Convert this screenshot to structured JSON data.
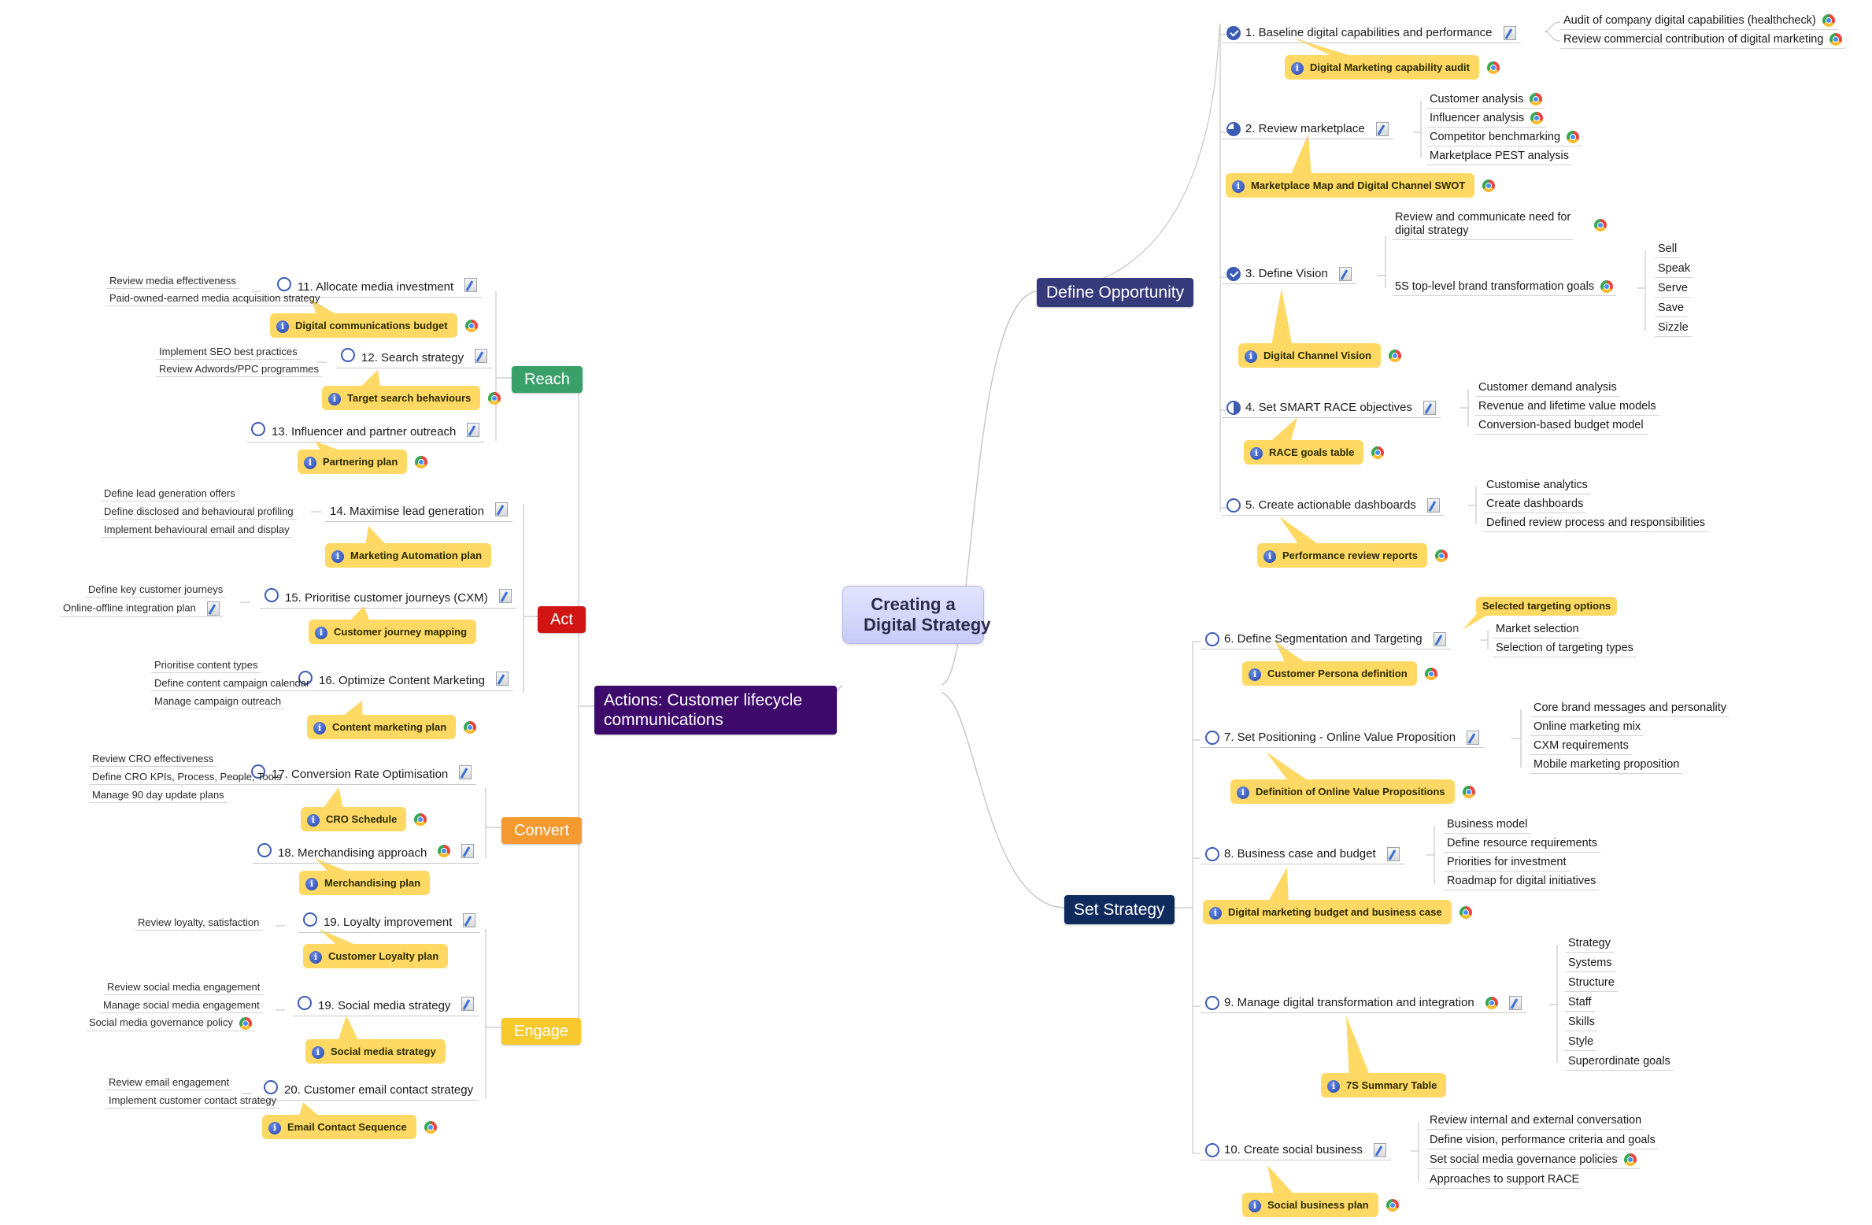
{
  "central": {
    "line1": "Creating a",
    "line2": "Digital Strategy"
  },
  "branches": {
    "define_opportunity": "Define Opportunity",
    "set_strategy": "Set Strategy",
    "actions": {
      "line1": "Actions: Customer lifecycle",
      "line2": "communications"
    }
  },
  "stages": {
    "reach": "Reach",
    "act": "Act",
    "convert": "Convert",
    "engage": "Engage"
  },
  "colors": {
    "define": "#343a7a",
    "set": "#0f2a5c",
    "actions": "#3d0a6b",
    "reach": "#3aa06a",
    "act": "#d01512",
    "convert": "#f59a30",
    "engage": "#f7c92c",
    "callout": "#ffd963",
    "task": "#3b5bb5"
  },
  "define": {
    "t1": {
      "label": "1. Baseline digital capabilities and performance",
      "callout": "Digital Marketing capability audit",
      "leaves": [
        "Audit of company digital capabilities (healthcheck)",
        "Review commercial contribution of digital marketing"
      ]
    },
    "t2": {
      "label": "2. Review marketplace",
      "callout": "Marketplace Map and Digital Channel SWOT",
      "leaves": [
        "Customer analysis",
        "Influencer analysis",
        "Competitor benchmarking",
        "Marketplace PEST analysis"
      ]
    },
    "t3": {
      "label": "3. Define Vision",
      "callout": "Digital Channel Vision",
      "leaf1a": "Review and communicate need for",
      "leaf1b": "digital strategy",
      "leaf2": "5S top-level brand transformation goals",
      "goals": [
        "Sell",
        "Speak",
        "Serve",
        "Save",
        "Sizzle"
      ]
    },
    "t4": {
      "label": "4. Set SMART RACE objectives",
      "callout": "RACE goals table",
      "leaves": [
        "Customer demand analysis",
        "Revenue and lifetime value models",
        "Conversion-based budget model"
      ]
    },
    "t5": {
      "label": "5. Create actionable dashboards",
      "callout": "Performance review reports",
      "leaves": [
        "Customise analytics",
        "Create dashboards",
        "Defined review process and responsibilities"
      ]
    }
  },
  "setstrat": {
    "t6": {
      "label": "6. Define Segmentation and Targeting",
      "callout": "Customer Persona definition",
      "top_callout": "Selected targeting options",
      "leaves": [
        "Market selection",
        "Selection of targeting types"
      ]
    },
    "t7": {
      "label": "7. Set Positioning - Online Value Proposition",
      "callout": "Definition of Online Value Propositions",
      "leaves": [
        "Core brand messages and personality",
        "Online marketing mix",
        "CXM requirements",
        "Mobile marketing proposition"
      ]
    },
    "t8": {
      "label": "8. Business case and budget",
      "callout": "Digital marketing budget and business case",
      "leaves": [
        "Business model",
        "Define resource requirements",
        "Priorities for investment",
        "Roadmap for digital initiatives"
      ]
    },
    "t9": {
      "label": "9. Manage digital transformation and integration",
      "callout": "7S Summary Table",
      "leaves": [
        "Strategy",
        "Systems",
        "Structure",
        "Staff",
        "Skills",
        "Style",
        "Superordinate goals"
      ]
    },
    "t10": {
      "label": "10. Create social business",
      "callout": "Social business plan",
      "leaves": [
        "Review internal and external conversation",
        "Define vision, performance criteria and goals",
        "Set social media governance policies",
        "Approaches to support RACE"
      ]
    }
  },
  "actions": {
    "t11": {
      "label": "11. Allocate media investment",
      "callout": "Digital communications budget",
      "leaves": [
        "Review media effectiveness",
        "Paid-owned-earned media acquisition strategy"
      ]
    },
    "t12": {
      "label": "12. Search strategy",
      "callout": "Target search behaviours",
      "leaves": [
        "Implement SEO best practices",
        "Review Adwords/PPC programmes"
      ]
    },
    "t13": {
      "label": "13. Influencer and partner outreach",
      "callout": "Partnering plan"
    },
    "t14": {
      "label": "14. Maximise lead generation",
      "callout": "Marketing Automation plan",
      "leaves": [
        "Define lead generation offers",
        "Define disclosed and behavioural profiling",
        "Implement behavioural email and display"
      ]
    },
    "t15": {
      "label": "15. Prioritise customer journeys (CXM)",
      "callout": "Customer journey mapping",
      "leaves": [
        "Define key customer journeys",
        "Online-offline integration plan"
      ]
    },
    "t16": {
      "label": "16. Optimize Content Marketing",
      "callout": "Content marketing plan",
      "leaves": [
        "Prioritise content types",
        "Define content campaign calendar",
        "Manage campaign outreach"
      ]
    },
    "t17": {
      "label": "17. Conversion Rate Optimisation",
      "callout": "CRO Schedule",
      "leaves": [
        "Review CRO effectiveness",
        "Define CRO KPIs, Process, People, Tools",
        "Manage 90 day update plans"
      ]
    },
    "t18": {
      "label": "18. Merchandising approach",
      "callout": "Merchandising plan"
    },
    "t19a": {
      "label": "19. Loyalty improvement",
      "callout": "Customer Loyalty plan",
      "leaves": [
        "Review loyalty, satisfaction"
      ]
    },
    "t19b": {
      "label": "19. Social media strategy",
      "callout": "Social media strategy",
      "leaves": [
        "Review social media engagement",
        "Manage social media engagement",
        "Social media governance policy"
      ]
    },
    "t20": {
      "label": "20. Customer email contact strategy",
      "callout": "Email Contact Sequence",
      "leaves": [
        "Review email engagement",
        "Implement customer contact strategy"
      ]
    }
  },
  "icons": {
    "info": "info-icon",
    "chrome": "chrome-icon",
    "note": "note-icon",
    "task": "task-progress-icon"
  }
}
